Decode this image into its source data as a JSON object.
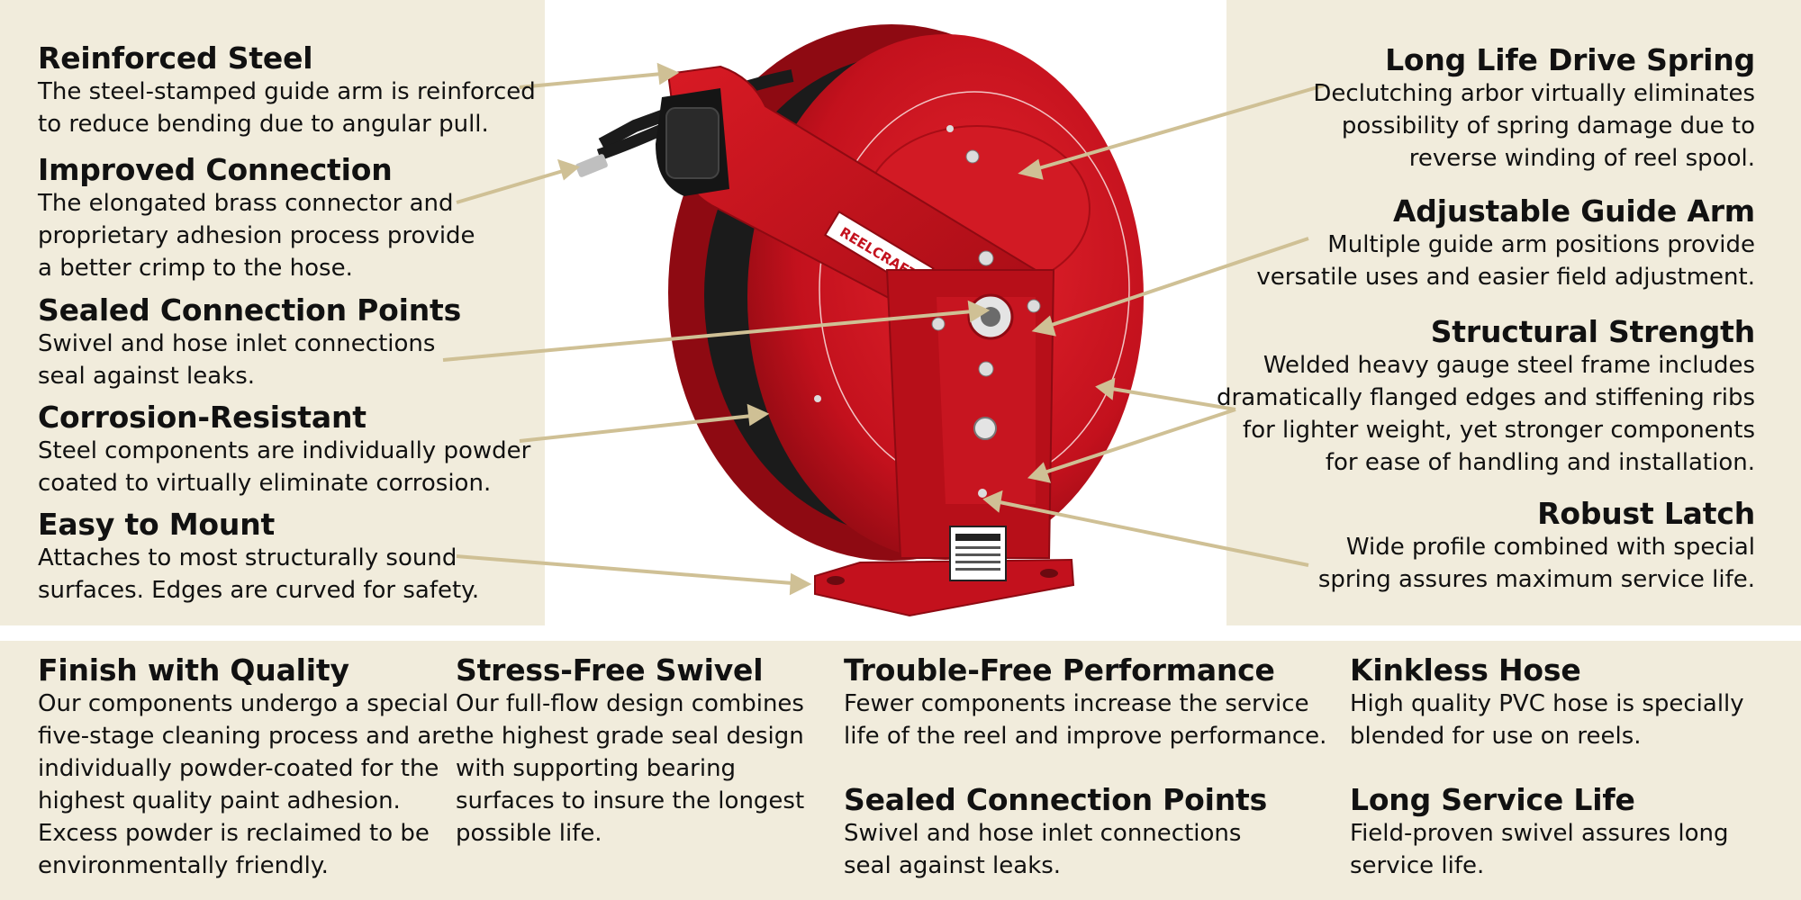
{
  "brand": "REELCRAFT",
  "colors": {
    "panel": "#f1ecdc",
    "reel": "#c3111d",
    "callout_line": "#cfc095"
  },
  "left_features": [
    {
      "title": "Reinforced Steel",
      "lines": [
        "The steel-stamped guide arm is reinforced",
        "to reduce bending due to angular pull."
      ]
    },
    {
      "title": "Improved Connection",
      "lines": [
        "The elongated brass connector and",
        "proprietary adhesion process provide",
        "a better crimp to the hose."
      ]
    },
    {
      "title": "Sealed Connection Points",
      "lines": [
        "Swivel and hose inlet connections",
        "seal against leaks."
      ]
    },
    {
      "title": "Corrosion-Resistant",
      "lines": [
        "Steel components are individually powder",
        "coated to virtually eliminate corrosion."
      ]
    },
    {
      "title": "Easy to Mount",
      "lines": [
        "Attaches to most structurally sound",
        "surfaces. Edges are curved for safety."
      ]
    }
  ],
  "right_features": [
    {
      "title": "Long Life Drive Spring",
      "lines": [
        "Declutching arbor virtually eliminates",
        "possibility of spring damage due to",
        "reverse winding of reel spool."
      ]
    },
    {
      "title": "Adjustable Guide Arm",
      "lines": [
        "Multiple guide arm positions provide",
        "versatile uses and easier field adjustment."
      ]
    },
    {
      "title": "Structural Strength",
      "lines": [
        "Welded heavy gauge steel frame includes",
        "dramatically flanged edges and stiffening ribs",
        "for lighter weight, yet stronger components",
        "for ease of handling and installation."
      ]
    },
    {
      "title": "Robust Latch",
      "lines": [
        "Wide profile combined with special",
        "spring assures maximum service life."
      ]
    }
  ],
  "bottom_features": [
    {
      "title": "Finish with Quality",
      "lines": [
        "Our components undergo a special",
        "five-stage cleaning process and are",
        "individually powder-coated for the",
        "highest quality paint adhesion.",
        "Excess powder is reclaimed to be",
        "environmentally friendly."
      ]
    },
    {
      "title": "Stress-Free Swivel",
      "lines": [
        "Our full-flow design combines",
        "the highest grade seal design",
        "with supporting bearing",
        "surfaces to insure the longest",
        "possible life."
      ]
    },
    {
      "title": "Trouble-Free Performance",
      "lines": [
        "Fewer components increase the service",
        "life of the reel and improve performance."
      ]
    },
    {
      "title": "Sealed Connection Points",
      "lines": [
        "Swivel and hose inlet connections",
        "seal against leaks."
      ]
    },
    {
      "title": "Kinkless Hose",
      "lines": [
        "High quality PVC hose is specially",
        "blended for use on reels."
      ]
    },
    {
      "title": "Long Service Life",
      "lines": [
        "Field-proven swivel assures long",
        "service life."
      ]
    }
  ]
}
